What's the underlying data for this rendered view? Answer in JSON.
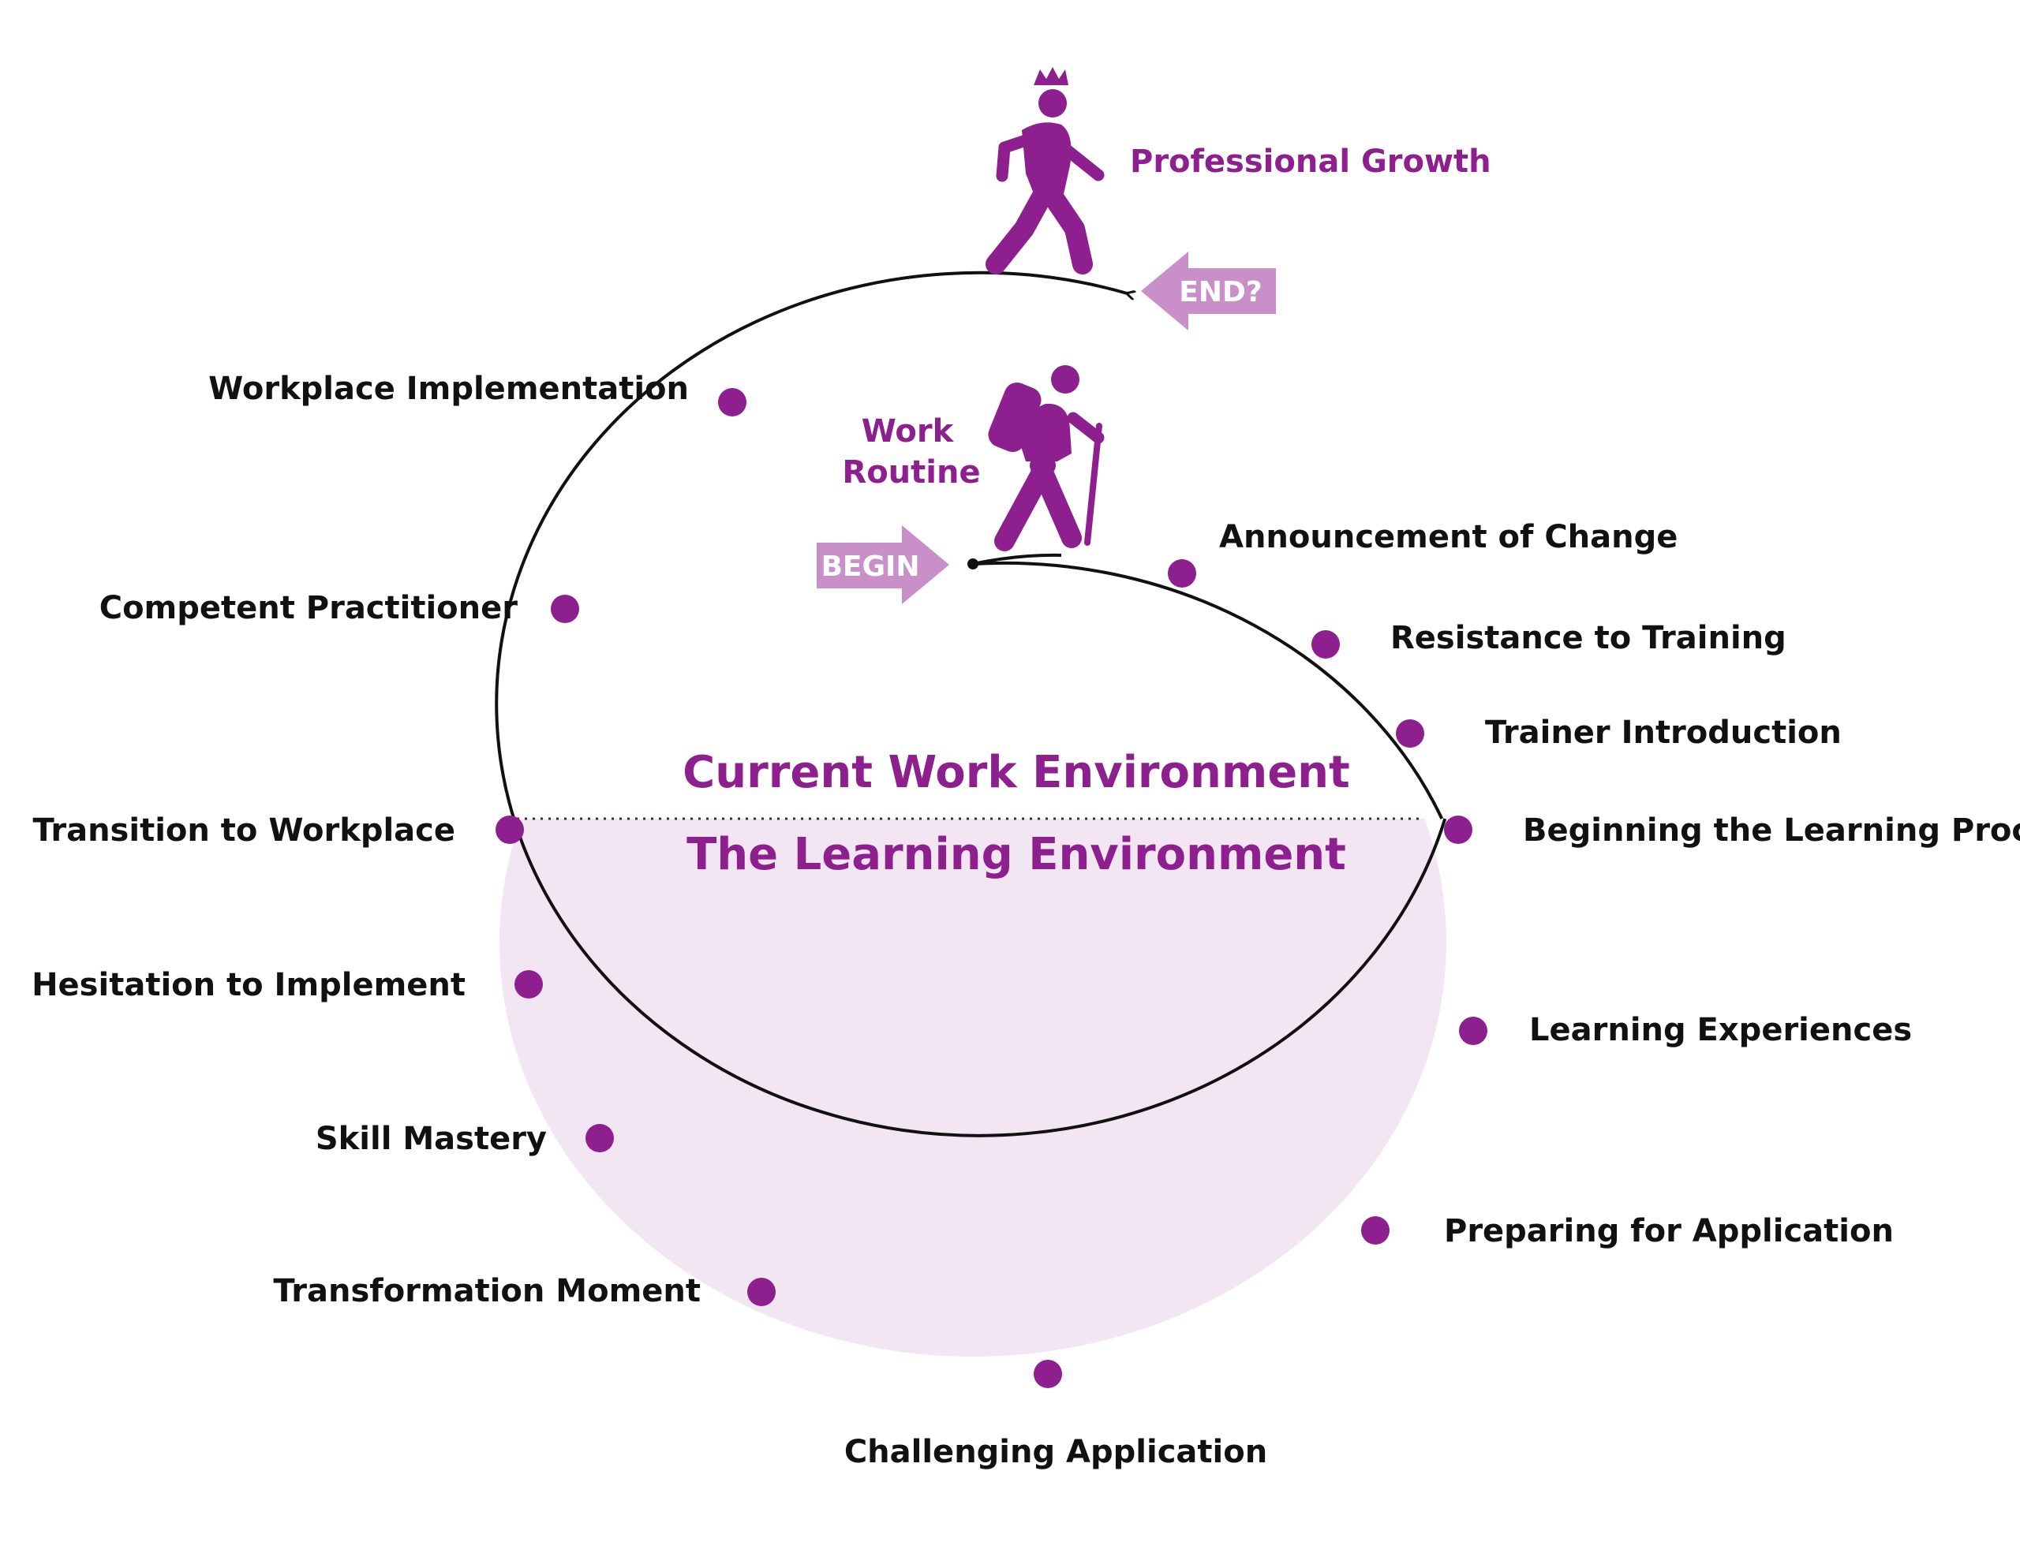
{
  "diagram": {
    "colors": {
      "accent": "#8e1f8e",
      "arrow_tag": "#c98fc9",
      "learning_fill": "#f3e6f3",
      "line": "#111111"
    },
    "figures": {
      "top": {
        "icon": "walking-person-with-crown-icon",
        "label": "Professional Growth"
      },
      "start": {
        "icon": "hiker-with-backpack-icon",
        "label_lines": [
          "Work",
          "Routine"
        ]
      }
    },
    "begin_tag": "BEGIN",
    "end_tag": "END?",
    "environments": {
      "upper": "Current Work Environment",
      "lower": "The Learning Environment"
    },
    "stages": [
      "Announcement of Change",
      "Resistance to Training",
      "Trainer Introduction",
      "Beginning the Learning Process",
      "Learning Experiences",
      "Preparing for Application",
      "Challenging Application",
      "Transformation Moment",
      "Skill Mastery",
      "Hesitation to Implement",
      "Transition to Workplace",
      "Competent Practitioner",
      "Workplace Implementation"
    ]
  }
}
